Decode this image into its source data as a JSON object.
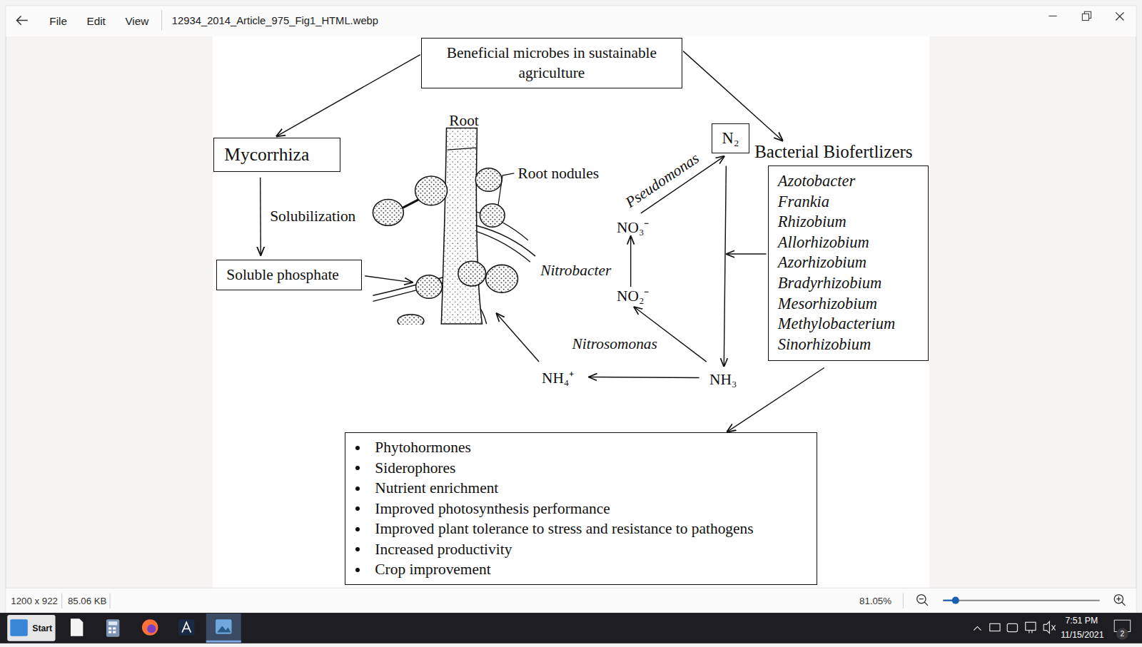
{
  "diagram": {
    "nodes": [
      {
        "text": [
          "Beneficial microbes in sustainable agriculture"
        ]
      },
      {
        "text": [
          "Mycorrhiza"
        ]
      },
      {
        "text": [
          "Soluble phosphate"
        ]
      },
      {
        "text": [
          "N₂"
        ]
      },
      {
        "text": [
          "Bacterial Biofertlizers",
          "Azotobacter",
          "Frankia",
          "Rhizobium",
          "Allorhizobium",
          "Azorhizobium",
          "Bradyrhizobium",
          "Mesorhizobium",
          "Methylobacterium",
          "Sinorhizobium"
        ]
      },
      {
        "text": [
          "Phytohormones",
          "Siderophores",
          "Nutrient enrichment",
          "Improved photosynthesis performance",
          "Improved plant tolerance to stress and resistance to pathogens",
          "Increased productivity",
          "Crop improvement"
        ]
      }
    ],
    "edges": [
      {
        "from": 0,
        "to": 1,
        "arrow": "to"
      },
      {
        "from": 0,
        "to": 4,
        "arrow": "to"
      },
      {
        "from": 1,
        "to": 2,
        "label": "Solubilization",
        "arrow": "to"
      },
      {
        "from": 4,
        "to": 5,
        "arrow": "to"
      }
    ],
    "labels": [
      "Root",
      "Root nodules",
      "Pseudomonas",
      "NO₃⁻",
      "Nitrobacter",
      "NO₂⁻",
      "Nitrosomonas",
      "NH₄⁺",
      "NH₃",
      "File",
      "Edit",
      "View",
      "12934_2014_Article_975_Fig1_HTML.webp",
      "1200 x 922",
      "85.06 KB",
      "81.05%",
      "Start",
      "7:51 PM",
      "11/15/2021",
      "2"
    ]
  }
}
